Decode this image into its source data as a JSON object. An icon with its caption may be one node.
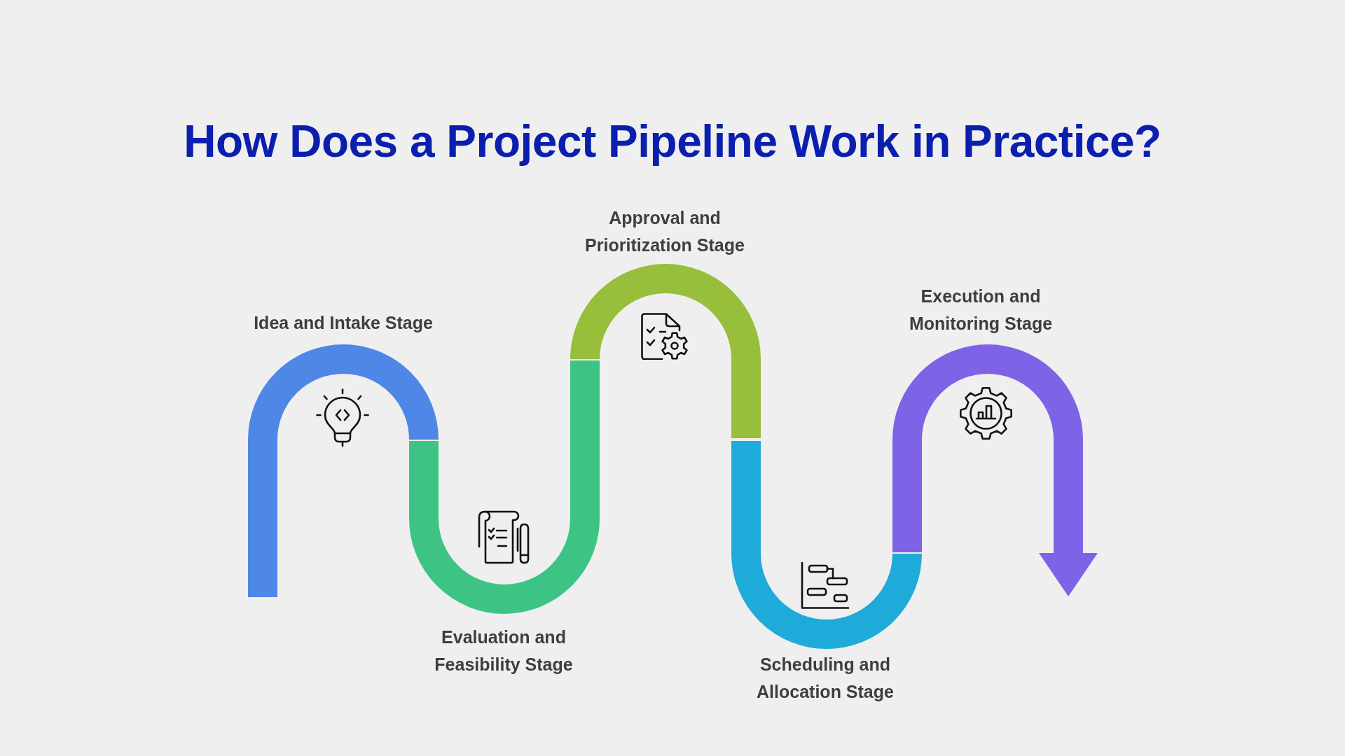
{
  "diagram": {
    "title": "How Does a Project Pipeline Work in Practice?",
    "nodes": [
      {
        "text": [
          "Idea and Intake Stage"
        ]
      },
      {
        "text": [
          "Evaluation and Feasibility Stage"
        ]
      },
      {
        "text": [
          "Approval and Prioritization Stage"
        ]
      },
      {
        "text": [
          "Scheduling and Allocation Stage"
        ]
      },
      {
        "text": [
          "Execution and Monitoring Stage"
        ]
      }
    ]
  }
}
